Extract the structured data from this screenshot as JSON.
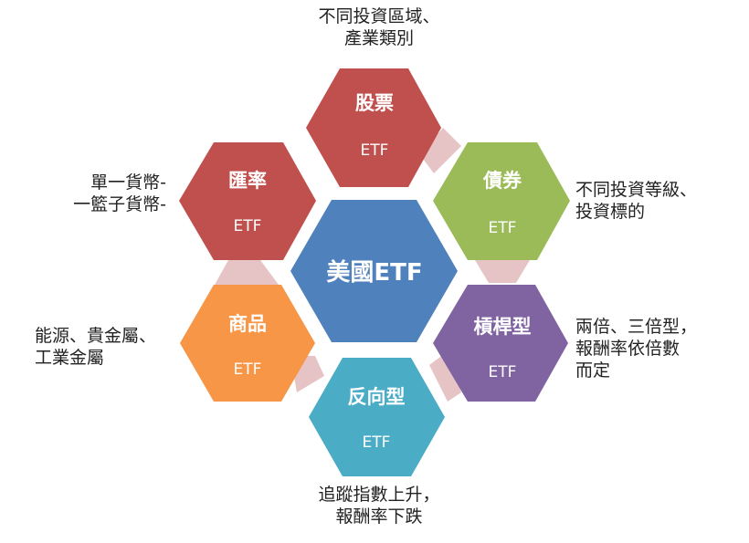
{
  "center": {
    "title": "美國ETF"
  },
  "hexagons": [
    {
      "key": "stock",
      "title": "股票",
      "sub": "ETF",
      "color": "#c0504d"
    },
    {
      "key": "bond",
      "title": "債券",
      "sub": "ETF",
      "color": "#9bbb59"
    },
    {
      "key": "leveraged",
      "title": "槓桿型",
      "sub": "ETF",
      "color": "#8064a2"
    },
    {
      "key": "inverse",
      "title": "反向型",
      "sub": "ETF",
      "color": "#4bacc6"
    },
    {
      "key": "commodity",
      "title": "商品",
      "sub": "ETF",
      "color": "#f79646"
    },
    {
      "key": "currency",
      "title": "匯率",
      "sub": "ETF",
      "color": "#c0504d"
    }
  ],
  "colors": {
    "center": "#4f81bd",
    "connector": "#e6c4c6"
  },
  "descriptions": {
    "stock": [
      "不同投資區域、",
      "產業類別"
    ],
    "bond": [
      "不同投資等級、",
      "投資標的"
    ],
    "leveraged": [
      "兩倍、三倍型，",
      "報酬率依倍數",
      "而定"
    ],
    "inverse": [
      "追蹤指數上升，",
      "報酬率下跌"
    ],
    "commodity": [
      "能源、貴金屬、",
      "工業金屬"
    ],
    "currency": [
      "單一貨幣-",
      "一籃子貨幣-"
    ]
  }
}
